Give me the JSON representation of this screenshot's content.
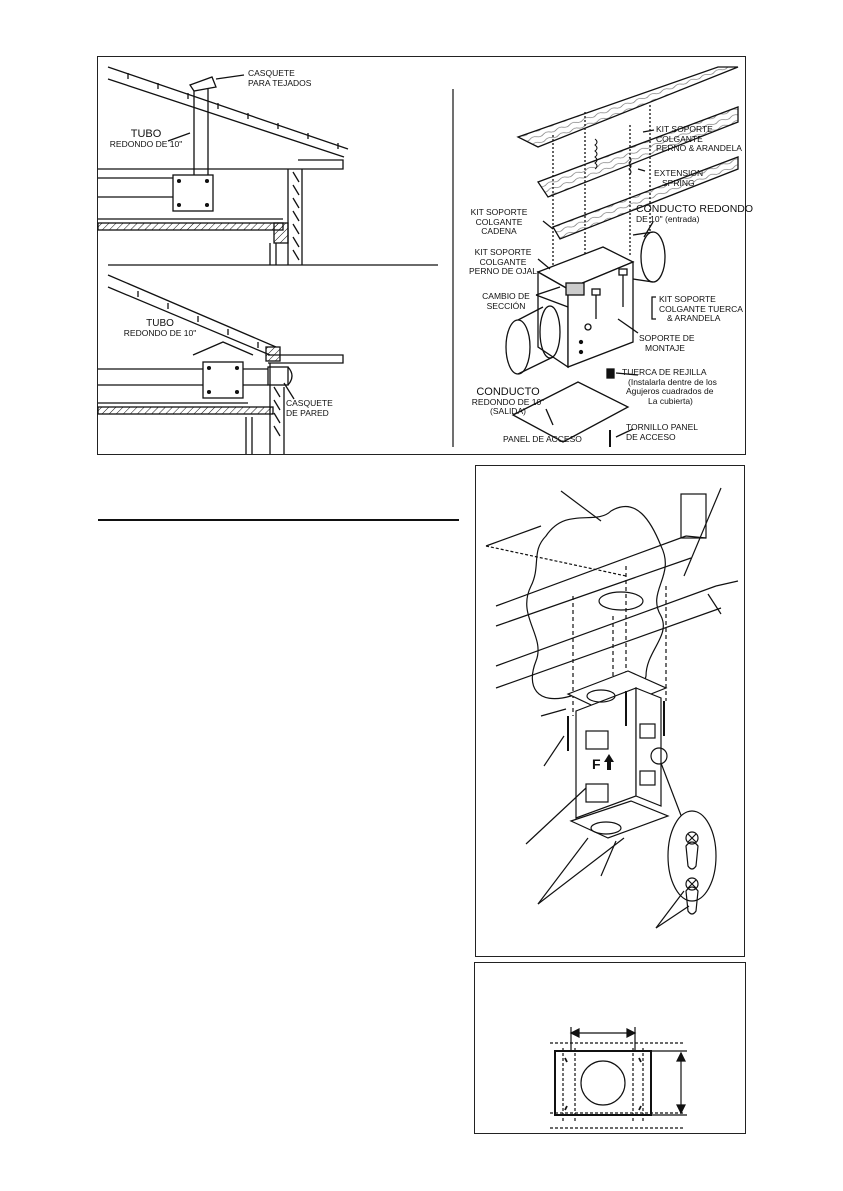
{
  "install_panel": {
    "roof_cap": {
      "line1": "CASQUETE",
      "line2": "PARA TEJADOS"
    },
    "pipe_top": {
      "line1": "TUBO",
      "line2": "REDONDO DE 10\""
    },
    "pipe_bottom": {
      "line1": "TUBO",
      "line2": "REDONDO DE 10\""
    },
    "wall_cap": {
      "line1": "CASQUETE",
      "line2": "DE PARED"
    },
    "hanger_bolt_washer": {
      "line1": "KIT SOPORTE",
      "line2": "COLGANTE",
      "line3": "PERNO & ARANDELA"
    },
    "extension_spring": {
      "line1": "EXTENSION",
      "line2": "SPRING"
    },
    "round_duct_in": {
      "line1": "CONDUCTO REDONDO",
      "line2": "DE 10\" (entrada)"
    },
    "hanger_chain": {
      "line1": "KIT SOPORTE",
      "line2": "COLGANTE",
      "line3": "CADENA"
    },
    "hanger_eye_bolt": {
      "line1": "KIT SOPORTE",
      "line2": "COLGANTE",
      "line3": "PERNO DE OJAL"
    },
    "transition": {
      "line1": "CAMBIO DE",
      "line2": "SECCIÓN"
    },
    "hanger_nut_washer": {
      "line1": "KIT SOPORTE",
      "line2": "COLGANTE TUERCA",
      "line3": "& ARANDELA"
    },
    "mount_bracket": {
      "line1": "SOPORTE DE",
      "line2": "MONTAJE"
    },
    "grille_nut": {
      "line1": "TUERCA DE REJILLA",
      "line2": "(Instalarla dentre de los",
      "line3": "Agujeros cuadrados de",
      "line4": "La cubierta)"
    },
    "round_duct_out": {
      "line1": "CONDUCTO",
      "line2": "REDONDO DE 10\"",
      "line3": "(SALIDA)"
    },
    "access_panel": "PANEL DE ACCESO",
    "access_screw": {
      "line1": "TORNILLO PANEL",
      "line2": "DE ACCESO"
    }
  },
  "bracket_panel": {
    "arrow_mark": "F"
  }
}
